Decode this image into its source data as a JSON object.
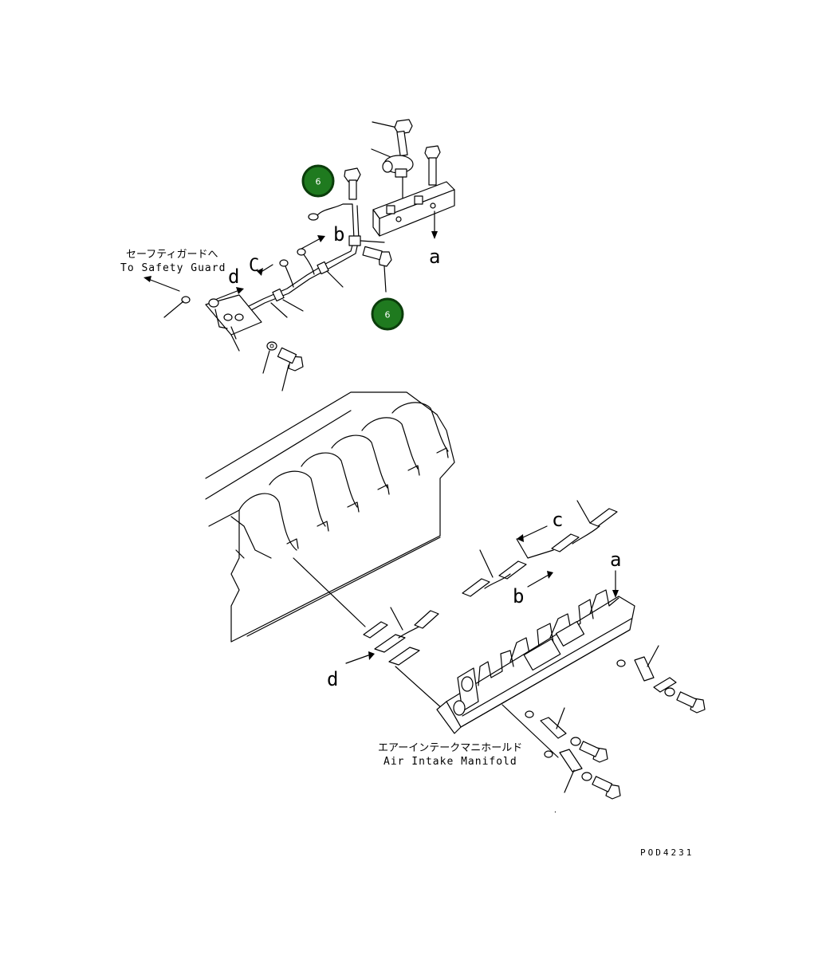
{
  "labels": {
    "safety_guard_jp": "セーフティガードへ",
    "safety_guard_en": "To Safety Guard",
    "manifold_jp": "エアーインテークマニホールド",
    "manifold_en": "Air Intake Manifold",
    "ref_a_top": "a",
    "ref_b_top": "b",
    "ref_c_top": "C",
    "ref_d_top": "d",
    "ref_a_bottom": "a",
    "ref_b_bottom": "b",
    "ref_c_bottom": "c",
    "ref_d_bottom": "d",
    "drawing_code": "POD4231"
  },
  "callouts": [
    {
      "label": "6",
      "color": "#1f7a1f"
    },
    {
      "label": "6",
      "color": "#1f7a1f"
    }
  ],
  "colors": {
    "ink": "#000000",
    "callout_fill": "#1f7a1f",
    "callout_ring": "#0b3d0b"
  }
}
